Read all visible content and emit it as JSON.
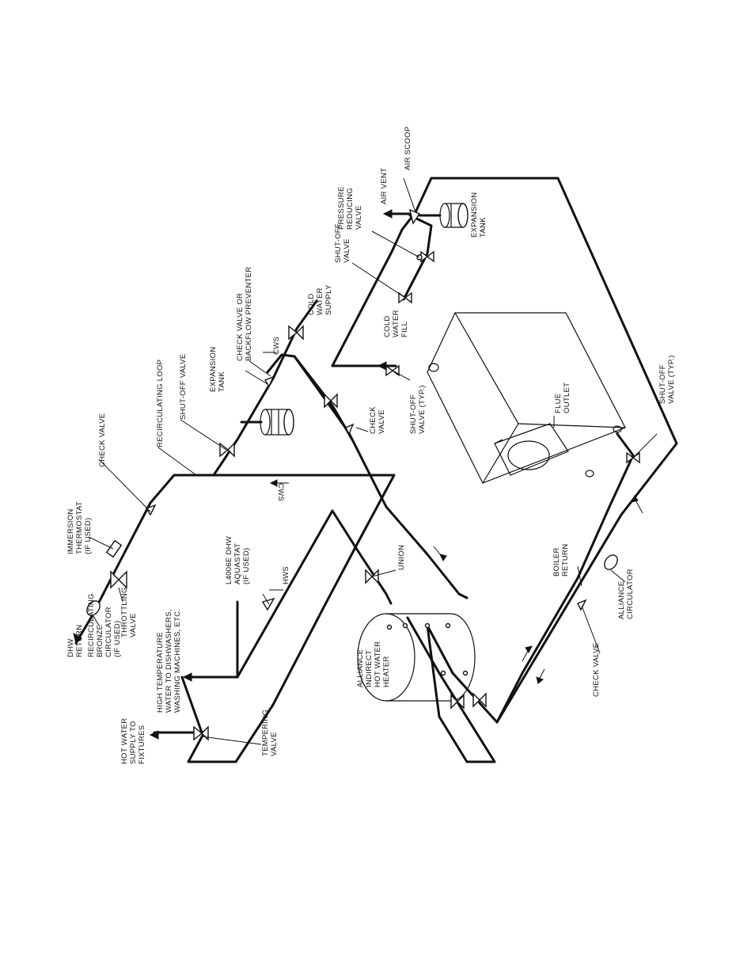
{
  "labels": {
    "dhw_return": [
      "DHW",
      "RETURN"
    ],
    "recirc_circulator": [
      "RECIRCULATING",
      "BRONZE",
      "CIRCULATOR",
      "(IF USED)"
    ],
    "throttling_valve": [
      "THROTTLING",
      "VALVE"
    ],
    "immersion_thermostat": [
      "IMMERSION",
      "THERMOSTAT",
      "(IF USED)"
    ],
    "check_valve_top": [
      "CHECK VALVE"
    ],
    "recirculating_loop": [
      "RECIRCULATING LOOP"
    ],
    "shutoff_valve_top": [
      "SHUT-OFF VALVE"
    ],
    "expansion_tank_dhw": [
      "EXPANSION",
      "TANK"
    ],
    "check_valve_backflow": [
      "CHECK VALVE OR",
      "BACKFLOW PREVENTER"
    ],
    "cws_top": "CWS",
    "cold_water_supply": [
      "COLD",
      "WATER",
      "SUPPLY"
    ],
    "hot_water_supply": [
      "HOT WATER",
      "SUPPLY TO",
      "FIXTURES"
    ],
    "high_temp_water": [
      "HIGH TEMPERATURE",
      "WATER TO DISHWASHERS,",
      "WASHING MACHINES, ETC."
    ],
    "tempering_valve": [
      "TEMPERING",
      "VALVE"
    ],
    "aquastat": [
      "L4006E DHW",
      "AQUASTAT",
      "(IF USED)"
    ],
    "hws": "HWS",
    "cws_mid": "CWS",
    "union": [
      "UNION"
    ],
    "check_valve_mid": [
      "CHECK",
      "VALVE"
    ],
    "heater": [
      "ALLIANCE",
      "INDIRECT",
      "HOT WATER",
      "HEATER"
    ],
    "air_scoop": [
      "AIR SCOOP"
    ],
    "air_vent": [
      "AIR VENT"
    ],
    "pressure_reducing_valve": [
      "PRESSURE",
      "REDUCING",
      "VALVE"
    ],
    "shutoff_valve_fill": [
      "SHUT-OFF",
      "VALVE"
    ],
    "cold_water_fill": [
      "COLD",
      "WATER",
      "FILL"
    ],
    "expansion_tank_boiler": [
      "EXPANSION",
      "TANK"
    ],
    "shutoff_valve_typ_left": [
      "SHUT-OFF",
      "VALVE (TYP.)"
    ],
    "flue_outlet": [
      "FLUE",
      "OUTLET"
    ],
    "shutoff_valve_typ_right": [
      "SHUT-OFF",
      "VALVE (TYP.)"
    ],
    "boiler_return": [
      "BOILER",
      "RETURN"
    ],
    "alliance_circulator": [
      "ALLIANCE",
      "CIRCULATOR"
    ],
    "check_valve_bottom": [
      "CHECK VALVE"
    ]
  },
  "colors": {
    "line": "#111111",
    "background": "#ffffff"
  }
}
